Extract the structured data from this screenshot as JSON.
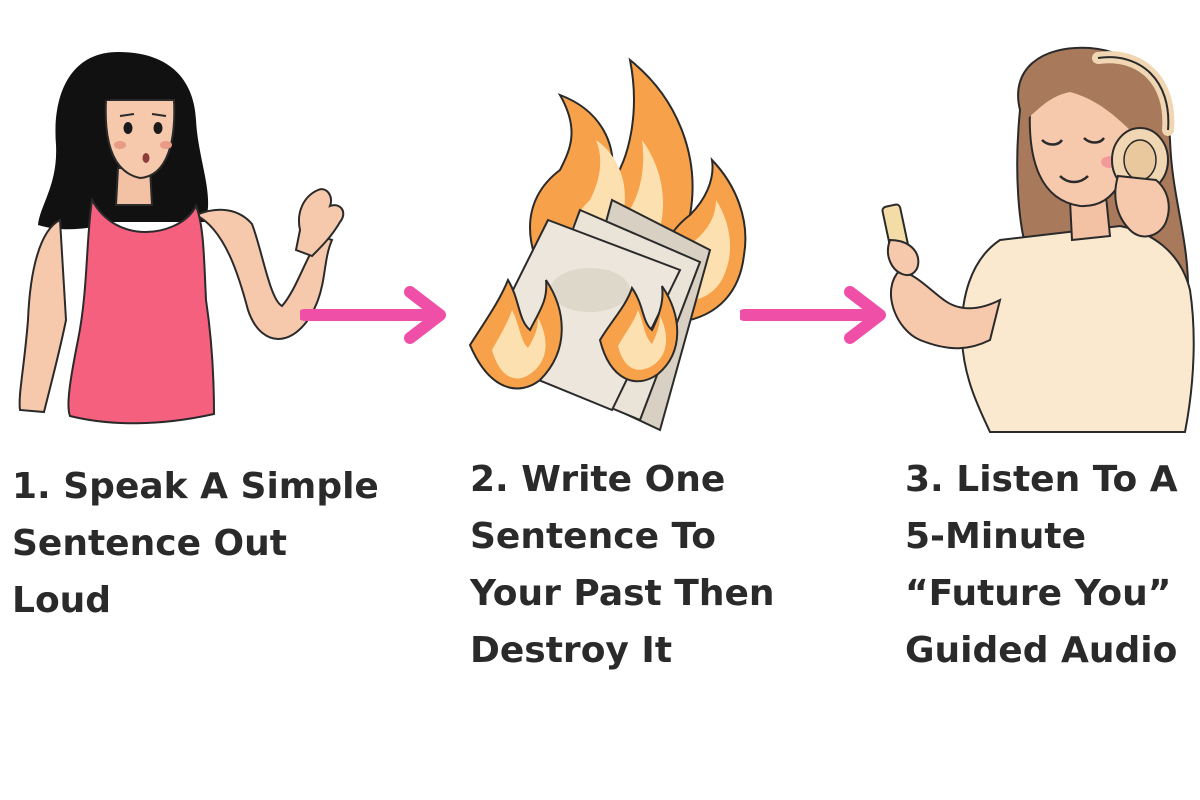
{
  "steps": [
    {
      "lines": [
        "1. Speak A Simple",
        "Sentence Out",
        "Loud"
      ],
      "illustration": "woman-speaking-icon"
    },
    {
      "lines": [
        "2. Write One",
        "Sentence To",
        "Your Past Then",
        "Destroy It"
      ],
      "illustration": "burning-paper-icon"
    },
    {
      "lines": [
        "3. Listen To A",
        "5-Minute",
        "“Future You”",
        "Guided Audio"
      ],
      "illustration": "woman-headphones-icon"
    }
  ],
  "colors": {
    "arrow": "#f04fa8",
    "text": "#2a2a2a",
    "tank_top": "#f6607f",
    "skin": "#f6c9ad",
    "hair_dark": "#111111",
    "hair_brown": "#a8795a",
    "flame_outer": "#f7a24a",
    "flame_inner": "#fde0b0",
    "paper": "#e9e3d8",
    "shirt_cream": "#fbe9cf"
  }
}
